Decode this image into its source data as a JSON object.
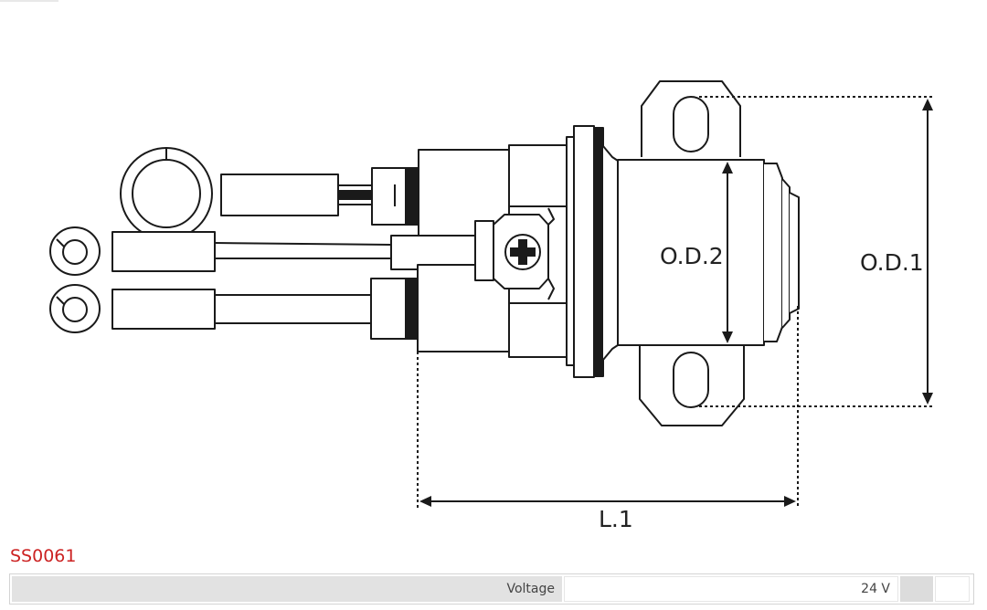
{
  "diagram": {
    "labels": {
      "od1": "O.D.1",
      "od2": "O.D.2",
      "l1": "L.1"
    }
  },
  "product": {
    "code": "SS0061"
  },
  "specs": [
    {
      "name": "Voltage",
      "value": "24 V"
    }
  ]
}
